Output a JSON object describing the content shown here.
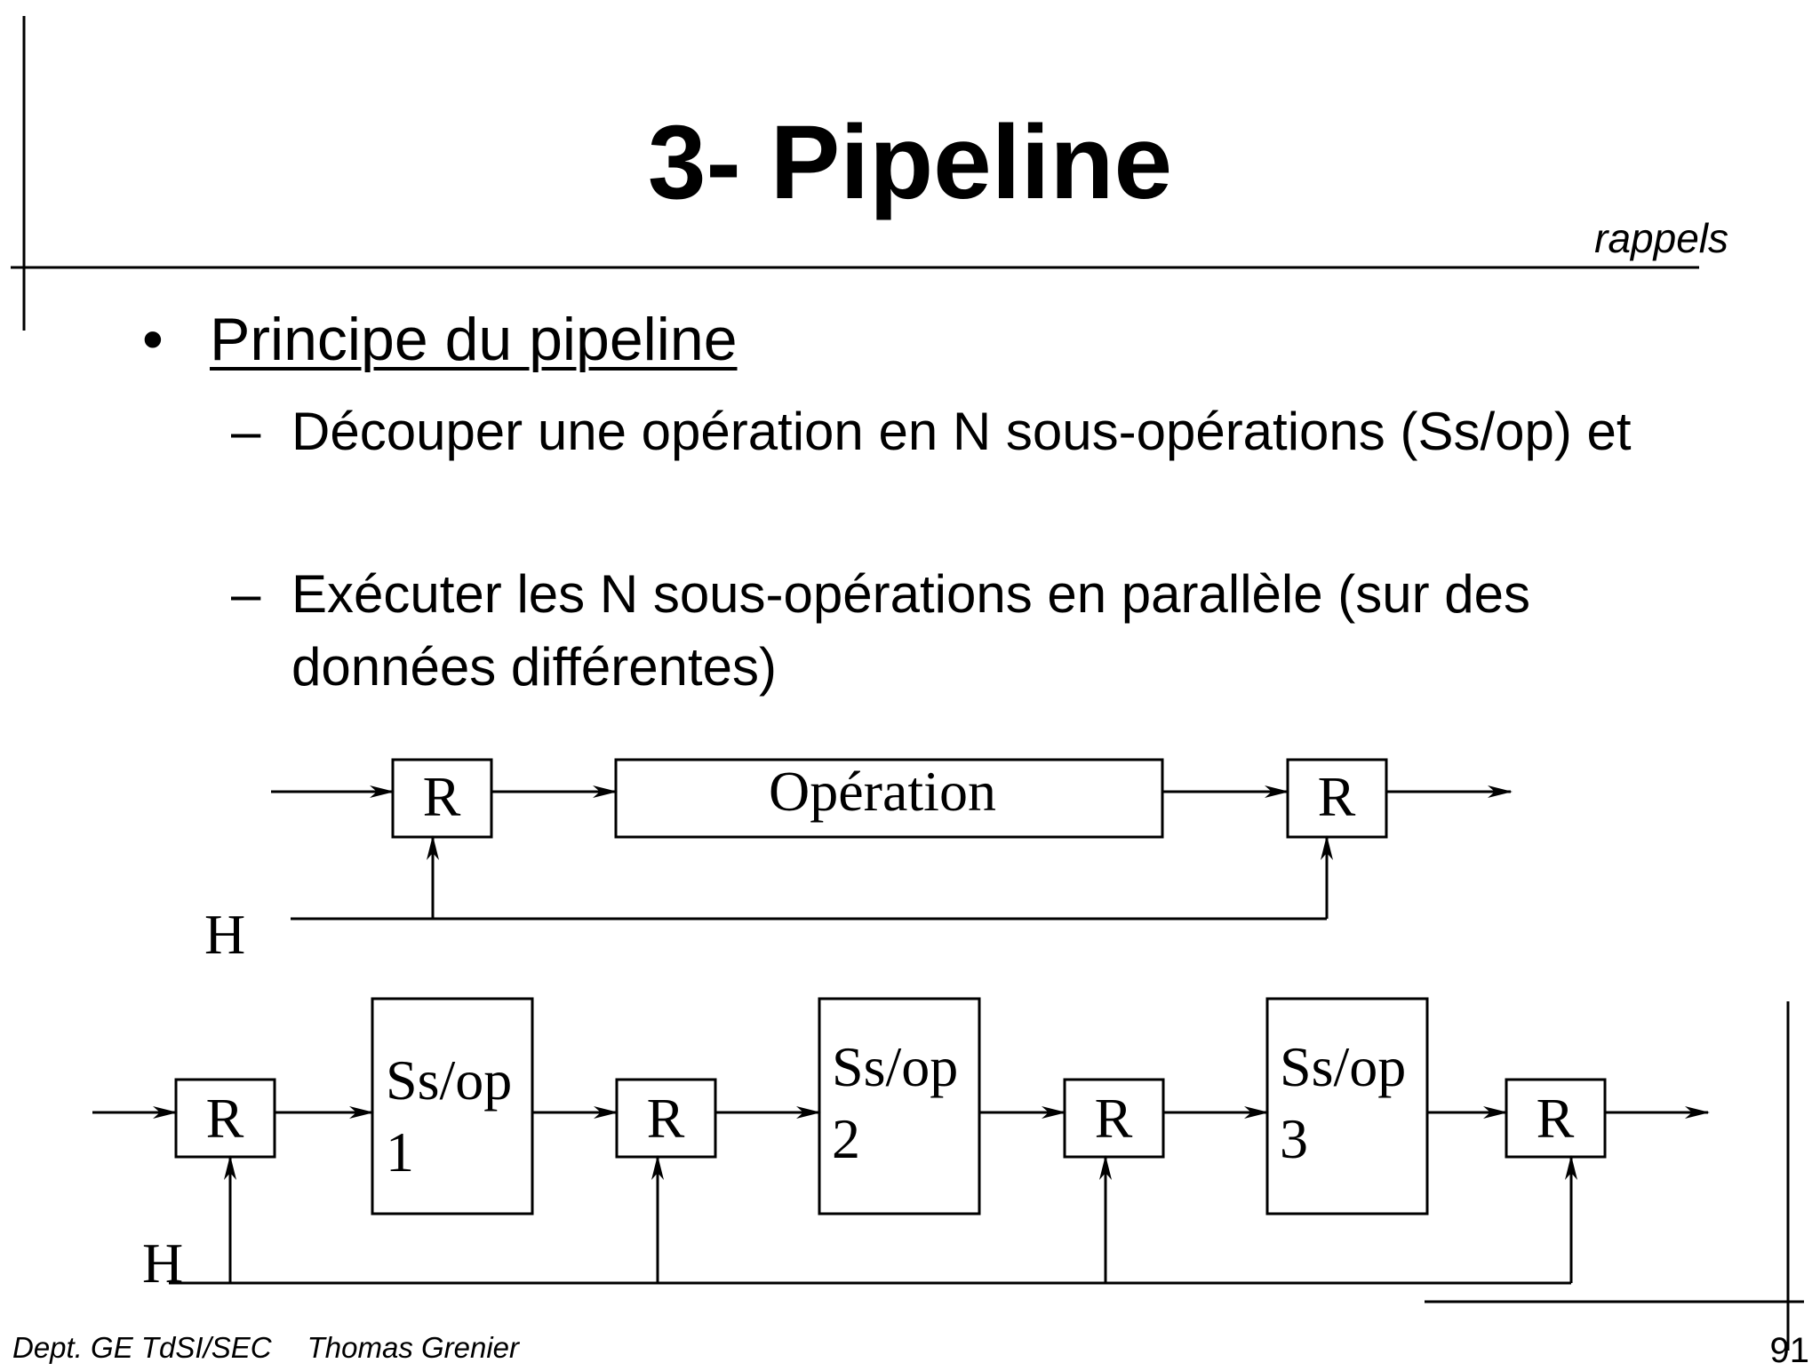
{
  "slide": {
    "title": "3- Pipeline",
    "subtitle": "rappels",
    "bullet": "Principe du pipeline",
    "subbullets": [
      {
        "dash": "–",
        "text": "Découper une opération en N sous-opérations (Ss/op) et"
      },
      {
        "dash": "–",
        "text": "Exécuter les N sous-opérations en parallèle (sur des données différentes)"
      }
    ],
    "bullet_symbol": "•"
  },
  "diagram": {
    "top": {
      "register_label": "R",
      "operation_label": "Opération",
      "clock_label": "H"
    },
    "bottom": {
      "register_label": "R",
      "stages": [
        {
          "line1": "Ss/op",
          "line2": "1"
        },
        {
          "line1": "Ss/op",
          "line2": "2"
        },
        {
          "line1": "Ss/op",
          "line2": "3"
        }
      ],
      "clock_label": "H"
    }
  },
  "footer": {
    "dept": "Dept. GE TdSI/SEC",
    "author": "Thomas Grenier",
    "page": "91"
  }
}
